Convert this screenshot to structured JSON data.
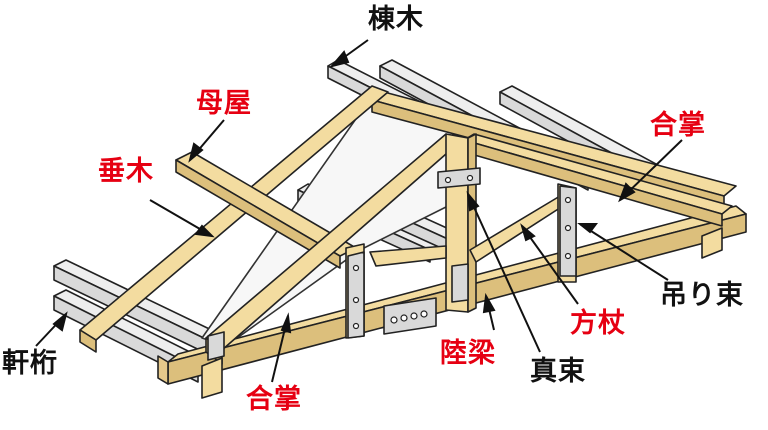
{
  "diagram": {
    "labels": {
      "munagi": "棟木",
      "moya": "母屋",
      "gassho_upper": "合掌",
      "taruki": "垂木",
      "tsuri_zuka": "吊り束",
      "hozue": "方杖",
      "nokigeta": "軒桁",
      "rikubari": "陸梁",
      "shinzuka": "真束",
      "gassho_lower": "合掌"
    },
    "colors": {
      "timber": "#f3dca0",
      "timber_dark": "#dcbf7c",
      "purlin": "#eeeeee",
      "metal": "#d9d9d9",
      "outline": "#222222",
      "red_label": "#e60012",
      "black_label": "#111111"
    }
  }
}
